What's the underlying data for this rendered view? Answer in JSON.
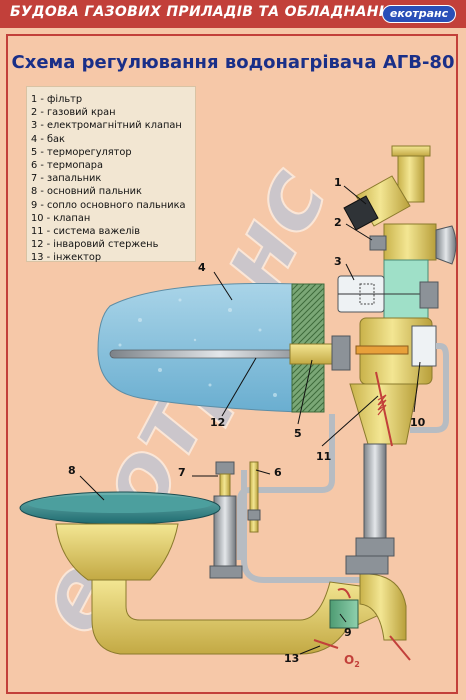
{
  "header": {
    "banner_title": "БУДОВА ГАЗОВИХ ПРИЛАДІВ ТА ОБЛАДНАННЯ",
    "brand": "екотранс"
  },
  "main_title": "Схема регулювання водонагрівача АГВ-80",
  "legend": [
    "1 - фільтр",
    "2 - газовий кран",
    "3 - електромагнітний клапан",
    "4 - бак",
    "5 - терморегулятор",
    "6 - термопара",
    "7 - запальник",
    "8 - основний пальник",
    "9 - сопло основного пальника",
    "10 - клапан",
    "11 - система важелів",
    "12 - інваровий стержень",
    "13 - інжектор"
  ],
  "callouts": [
    "1",
    "2",
    "3",
    "4",
    "5",
    "6",
    "7",
    "8",
    "9",
    "10",
    "11",
    "12",
    "13"
  ],
  "o2_label": "O",
  "o2_subscript": "2",
  "watermark": "екотранс",
  "colors": {
    "background": "#f6c8a8",
    "banner": "#c2403a",
    "title": "#1a2f88",
    "water": "#8fc6de",
    "brass": "#e8d56a",
    "pipe": "#b7bcc2",
    "watermark": "#a9c6e8"
  }
}
